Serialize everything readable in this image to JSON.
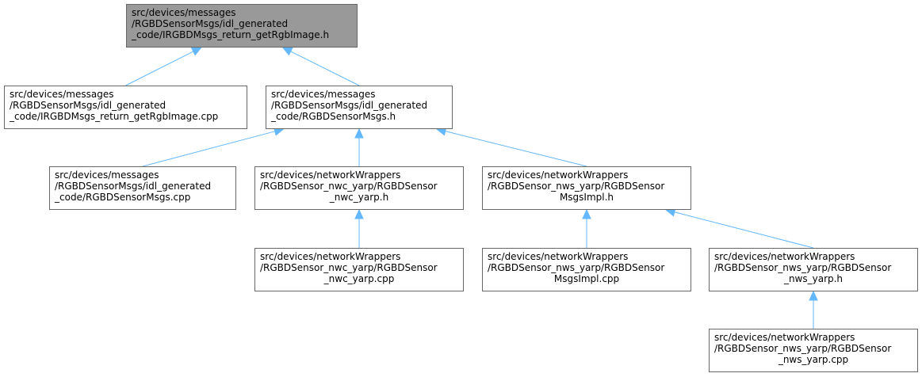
{
  "nodes": [
    {
      "id": "n0",
      "lines": [
        "src/devices/messages",
        "/RGBDSensorMsgs/idl_generated",
        "_code/IRGBDMsgs_return_getRgbImage.h"
      ]
    },
    {
      "id": "n1",
      "lines": [
        "src/devices/messages",
        "/RGBDSensorMsgs/idl_generated",
        "_code/IRGBDMsgs_return_getRgbImage.cpp"
      ]
    },
    {
      "id": "n2",
      "lines": [
        "src/devices/messages",
        "/RGBDSensorMsgs/idl_generated",
        "_code/RGBDSensorMsgs.h"
      ]
    },
    {
      "id": "n3",
      "lines": [
        "src/devices/messages",
        "/RGBDSensorMsgs/idl_generated",
        "_code/RGBDSensorMsgs.cpp"
      ]
    },
    {
      "id": "n4",
      "lines": [
        "src/devices/networkWrappers",
        "/RGBDSensor_nwc_yarp/RGBDSensor",
        "_nwc_yarp.h"
      ]
    },
    {
      "id": "n5",
      "lines": [
        "src/devices/networkWrappers",
        "/RGBDSensor_nws_yarp/RGBDSensor",
        "MsgsImpl.h"
      ]
    },
    {
      "id": "n6",
      "lines": [
        "src/devices/networkWrappers",
        "/RGBDSensor_nwc_yarp/RGBDSensor",
        "_nwc_yarp.cpp"
      ]
    },
    {
      "id": "n7",
      "lines": [
        "src/devices/networkWrappers",
        "/RGBDSensor_nws_yarp/RGBDSensor",
        "MsgsImpl.cpp"
      ]
    },
    {
      "id": "n8",
      "lines": [
        "src/devices/networkWrappers",
        "/RGBDSensor_nws_yarp/RGBDSensor",
        "_nws_yarp.h"
      ]
    },
    {
      "id": "n9",
      "lines": [
        "src/devices/networkWrappers",
        "/RGBDSensor_nws_yarp/RGBDSensor",
        "_nws_yarp.cpp"
      ]
    }
  ],
  "edges": [
    {
      "from": "n1",
      "to": "n0"
    },
    {
      "from": "n2",
      "to": "n0"
    },
    {
      "from": "n3",
      "to": "n2"
    },
    {
      "from": "n4",
      "to": "n2"
    },
    {
      "from": "n5",
      "to": "n2"
    },
    {
      "from": "n6",
      "to": "n4"
    },
    {
      "from": "n7",
      "to": "n5"
    },
    {
      "from": "n8",
      "to": "n5"
    },
    {
      "from": "n9",
      "to": "n8"
    }
  ],
  "colors": {
    "edge": "#63b8ff",
    "node_border": "#666666",
    "root_fill": "#999999",
    "node_fill": "#ffffff"
  }
}
